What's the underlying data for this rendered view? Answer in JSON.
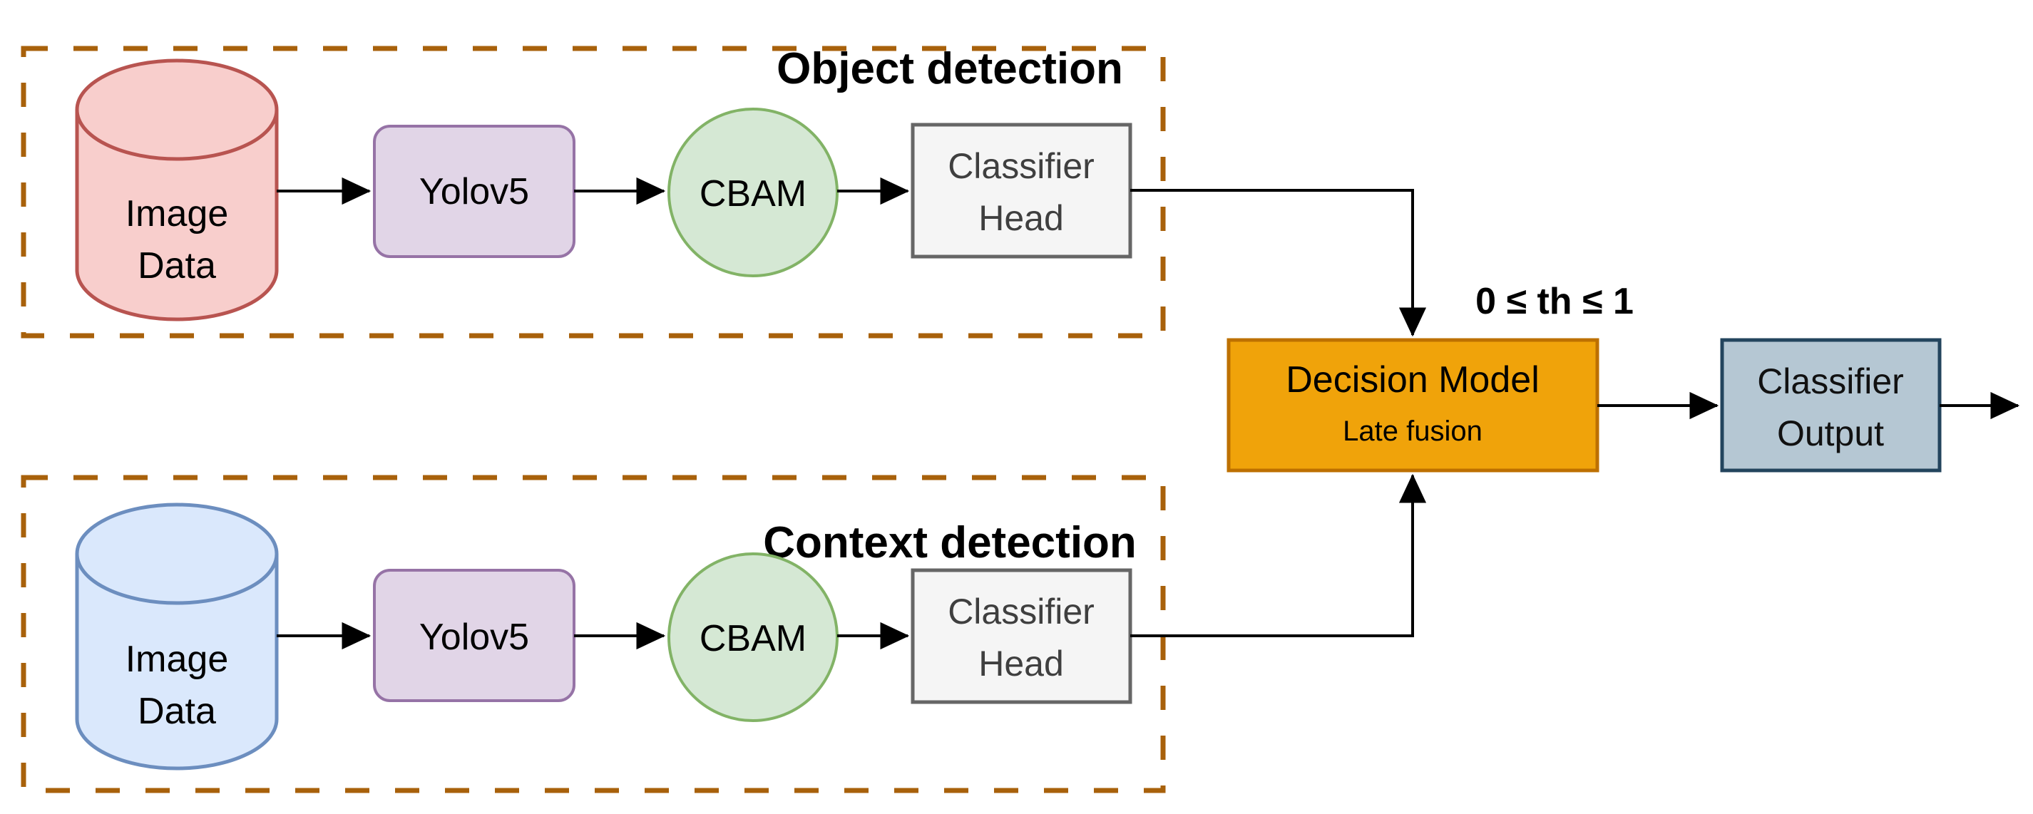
{
  "diagram": {
    "branches": [
      {
        "title": "Object detection",
        "db": {
          "line1": "Image",
          "line2": "Data"
        },
        "model_label": "Yolov5",
        "attention_label": "CBAM",
        "head": {
          "line1": "Classifier",
          "line2": "Head"
        },
        "db_fill": "#F8CECC",
        "db_stroke": "#B85450"
      },
      {
        "title": "Context detection",
        "db": {
          "line1": "Image",
          "line2": "Data"
        },
        "model_label": "Yolov5",
        "attention_label": "CBAM",
        "head": {
          "line1": "Classifier",
          "line2": "Head"
        },
        "db_fill": "#DAE8FC",
        "db_stroke": "#6C8EBF"
      }
    ],
    "fusion": {
      "title": "Decision Model",
      "subtitle": "Late fusion",
      "threshold_label": "0 ≤ th ≤ 1"
    },
    "output": {
      "line1": "Classifier",
      "line2": "Output"
    },
    "colors": {
      "frame_dash": "#A8610B",
      "object_db_fill": "#F8CECC",
      "object_db_stroke": "#B85450",
      "context_db_fill": "#DAE8FC",
      "context_db_stroke": "#6C8EBF",
      "yolo_fill": "#E1D5E7",
      "yolo_stroke": "#9673A6",
      "cbam_fill": "#D5E8D4",
      "cbam_stroke": "#82B366",
      "head_fill": "#F5F5F5",
      "head_stroke": "#666666",
      "decision_fill": "#F0A30A",
      "decision_stroke": "#BD7000",
      "output_fill": "#B5C7D3",
      "output_stroke": "#23445D",
      "arrow": "#000000"
    }
  }
}
